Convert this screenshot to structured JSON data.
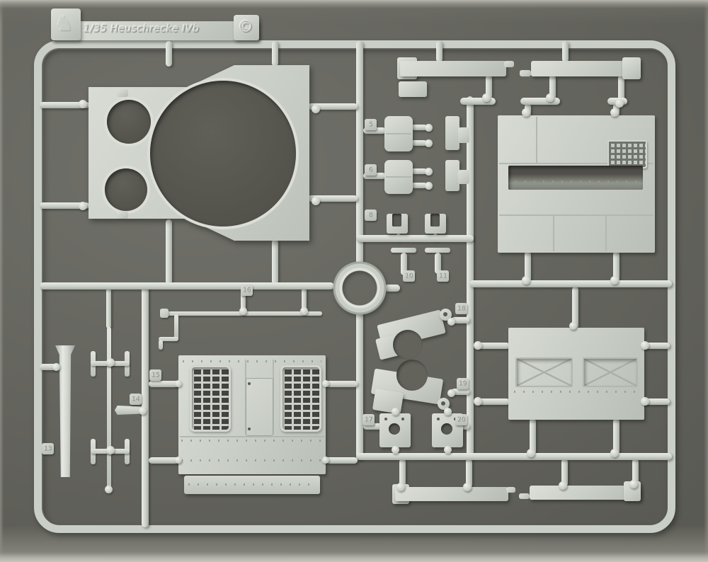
{
  "photo": {
    "subject": "Light gray injection-molded plastic model kit sprue photographed on a dark gray backdrop"
  },
  "sprue_tab": {
    "title": "1/35 Heuschrecke IVb",
    "copyright": "©",
    "logo_glyph": "♞"
  },
  "part_tags": {
    "t5": "5",
    "t6": "6",
    "t8": "8",
    "t10": "10",
    "t11": "11",
    "t13": "13",
    "t14": "14",
    "t15": "15",
    "t16": "16",
    "t17": "17",
    "t18": "18",
    "t19": "19",
    "t20": "20"
  },
  "colors": {
    "backdrop": "#66665f",
    "plastic": "#cdd1ca",
    "plastic_highlight": "#eef0ea",
    "plastic_shadow": "#a9afa6",
    "recess_dark": "#54544e"
  }
}
